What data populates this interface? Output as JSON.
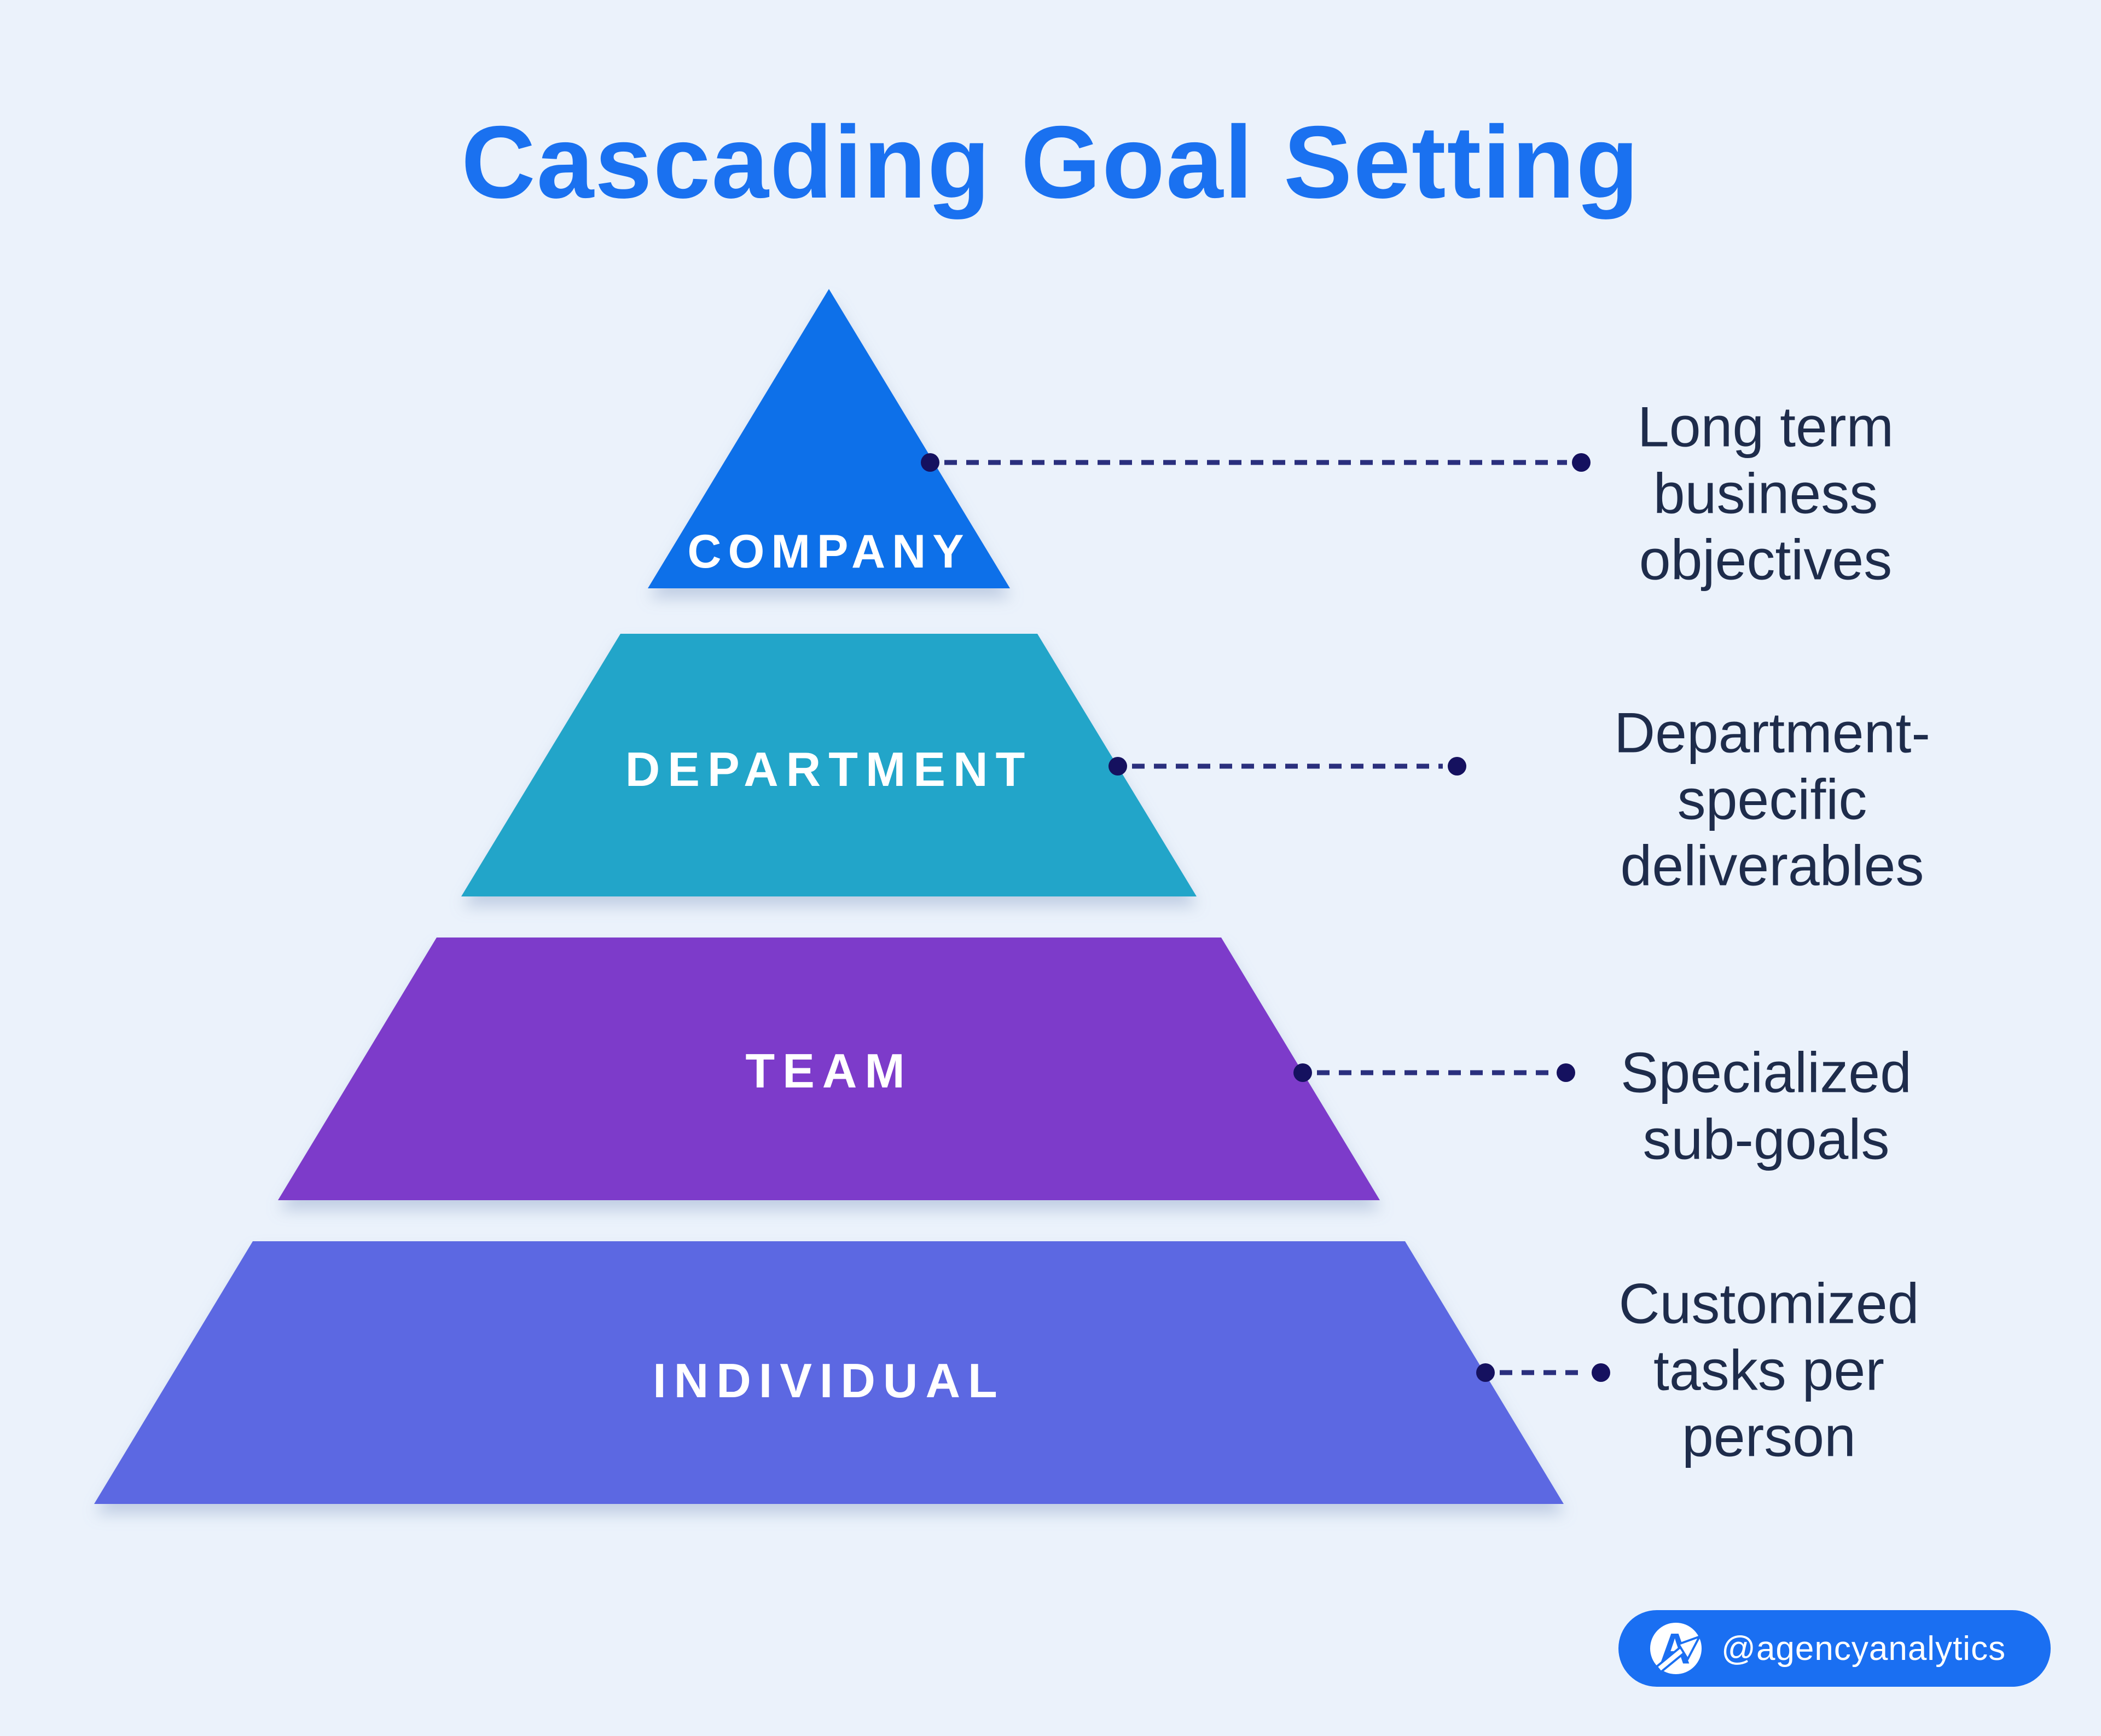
{
  "title": "Cascading Goal Setting",
  "pyramid": {
    "levels": [
      {
        "label": "COMPANY",
        "annotation": "Long term\nbusiness objectives",
        "color": "#1170e9"
      },
      {
        "label": "DEPARTMENT",
        "annotation": "Department-specific\ndeliverables",
        "color": "#21a5c9"
      },
      {
        "label": "TEAM",
        "annotation": "Specialized\nsub-goals",
        "color": "#7d3bca"
      },
      {
        "label": "INDIVIDUAL",
        "annotation": "Customized\ntasks per\nperson",
        "color": "#5c68e2"
      }
    ]
  },
  "badge": {
    "handle": "@agencyanalytics",
    "logo_letter": "A",
    "color": "#1a6ff2"
  },
  "colors": {
    "background": "#ebf2fb",
    "title": "#1a71f0",
    "annotation_text": "#1e2c4b",
    "connector_dash": "#2a2f7d",
    "connector_dot": "#15115f",
    "level_label_text": "#ffffff"
  }
}
